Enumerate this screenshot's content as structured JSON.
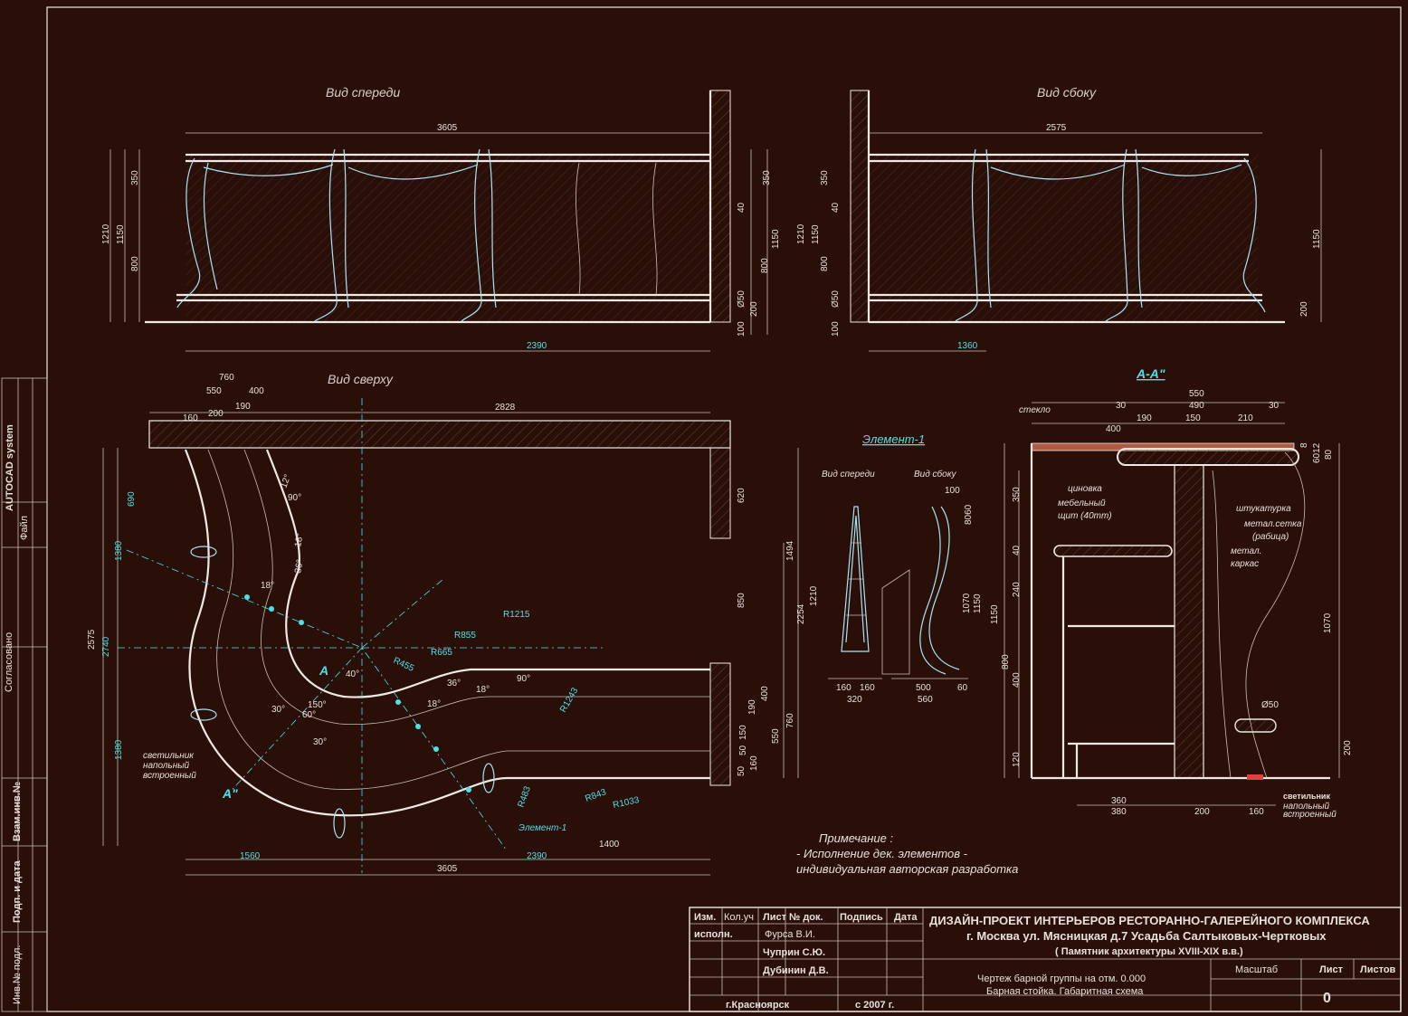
{
  "views": {
    "front": "Вид спереди",
    "side": "Вид сбоку",
    "top": "Вид сверху",
    "section": "А-А\"",
    "element": "Элемент-1",
    "element_front": "Вид спереди",
    "element_side": "Вид сбоку"
  },
  "front_dims": {
    "width": "3605",
    "bottom": "2390",
    "h1210": "1210",
    "h1150": "1150",
    "h800": "800",
    "h350": "350",
    "r350": "350",
    "r40": "40",
    "r1150": "1150",
    "r800": "800",
    "r050": "Ø50",
    "r200": "200",
    "r100": "100"
  },
  "side_dims": {
    "width": "2575",
    "bottom": "1360",
    "h1210": "1210",
    "h1150": "1150",
    "h800": "800",
    "h350": "350",
    "h40": "40",
    "h050": "Ø50",
    "h100": "100",
    "r1150": "1150",
    "r200": "200"
  },
  "top_dims": {
    "d760": "760",
    "d550": "550",
    "d400": "400",
    "d160": "160",
    "d200": "200",
    "d190": "190",
    "d2828": "2828",
    "d2575": "2575",
    "d2740": "2740",
    "d1380a": "1380",
    "d690": "690",
    "d1380b": "1380",
    "d620": "620",
    "d850": "850",
    "d1494": "1494",
    "d2254": "2254",
    "d190r": "190",
    "d400r": "400",
    "d150r": "150",
    "d50r": "50",
    "d50b": "50",
    "d160r": "160",
    "d550r": "550",
    "d760r": "760",
    "d1560": "1560",
    "d2390": "2390",
    "d3605": "3605",
    "d1400": "1400",
    "a12": "12°",
    "a90a": "90°",
    "a18a": "18°",
    "a36a": "36°",
    "a18b": "18°",
    "a40": "40°",
    "a150": "150°",
    "a60": "60°",
    "a30a": "30°",
    "a30b": "30°",
    "a18c": "18°",
    "a36b": "36°",
    "a18d": "18°",
    "a90b": "90°",
    "R1215": "R1215",
    "R855": "R855",
    "R665": "R665",
    "R455": "R455",
    "R1243": "R1243",
    "R483": "R483",
    "R843": "R843",
    "R1033": "R1033",
    "sectionA": "А",
    "sectionA2": "А\"",
    "light1": "светильник",
    "light2": "напольный",
    "light3": "встроенный",
    "element_ref": "Элемент-1"
  },
  "element_dims": {
    "d100": "100",
    "d8060": "8060",
    "d1210": "1210",
    "d1070": "1070",
    "d1150": "1150",
    "d160a": "160",
    "d160b": "160",
    "d320": "320",
    "d500": "500",
    "d60": "60",
    "d560": "560"
  },
  "section_dims": {
    "d550": "550",
    "d30a": "30",
    "d490": "490",
    "d30b": "30",
    "d400": "400",
    "d190": "190",
    "d150": "150",
    "d210": "210",
    "d8": "8",
    "d6012": "6012",
    "d80": "80",
    "d350": "350",
    "d40": "40",
    "d240": "240",
    "d1150": "1150",
    "d800": "800",
    "d400v": "400",
    "d120": "120",
    "d1070": "1070",
    "d200": "200",
    "d050": "Ø50",
    "d360": "360",
    "d380": "380",
    "d200b": "200",
    "d160": "160",
    "glass": "стекло",
    "zinc": "циновка",
    "panel1": "мебельный",
    "panel2": "щит (40mm)",
    "plaster": "штукатурка",
    "mesh1": "метал.сетка",
    "mesh2": "(рабица)",
    "frame1": "метал.",
    "frame2": "каркас",
    "light1": "светильник",
    "light2": "напольный",
    "light3": "встроенный"
  },
  "note": {
    "title": "Примечание :",
    "line1": "- Исполнение дек. элементов  -",
    "line2": "индивидуальная авторская разработка"
  },
  "side_stamp": {
    "s1": "AUTOCAD system",
    "s2": "Файл",
    "s3": "Согласовано",
    "s4": "Взам.инв.№",
    "s5": "Подп. и дата",
    "s6": "Инв.№ подл."
  },
  "title_block": {
    "h_izm": "Изм.",
    "h_kol": "Кол.уч",
    "h_list": "Лист",
    "h_ndok": "№ док.",
    "h_podp": "Подпись",
    "h_data": "Дата",
    "role": "исполн.",
    "p1": "Фурса В.И.",
    "p2": "Чуприн С.Ю.",
    "p3": "Дубинин Д.В.",
    "city": "г.Красноярск",
    "year": "с  2007 г.",
    "project1": "ДИЗАЙН-ПРОЕКТ ИНТЕРЬЕРОВ РЕСТОРАННО-ГАЛЕРЕЙНОГО КОМПЛЕКСА",
    "project2": "г. Москва ул. Мясницкая д.7   Усадьба Салтыковых-Чертковых",
    "project3": "( Памятник архитектуры XVIII-XIX в.в.)",
    "drawing1": "Чертеж барной группы на отм. 0.000",
    "drawing2": "Барная стойка. Габаритная схема",
    "scale": "Масштаб",
    "sheet": "Лист",
    "sheets": "Листов",
    "sheet_no": "0"
  }
}
